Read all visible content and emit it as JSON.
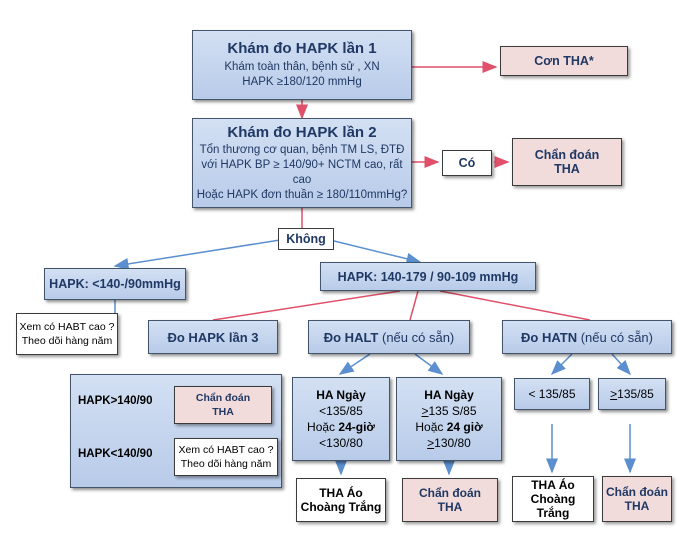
{
  "visit1": {
    "title": "Khám đo HAPK lần  1",
    "line1": "Khám toàn thân, bệnh sử , XN",
    "line2": "HAPK  ≥180/120 mmHg"
  },
  "crisis": "Cơn THA*",
  "visit2": {
    "title": "Khám đo HAPK lần 2",
    "line1": "Tổn thương cơ quan, bệnh TM LS, ĐTĐ",
    "line2": "với HAPK BP ≥ 140/90+ NCTM cao, rất cao",
    "line3": "Hoặc  HAPK đơn thuần ≥ 180/110mmHg?"
  },
  "yes": "Có",
  "diagnosis_top": {
    "line1": "Chẩn đoán",
    "line2": "THA"
  },
  "no": "Không",
  "low_branch": "HAPK: <140-/90mmHg",
  "low_note": {
    "line1": "Xem có HABT cao ?",
    "line2": "Theo dõi hàng năm"
  },
  "mid_branch": "HAPK: 140-179 / 90-109 mmHg",
  "visit3": "Đo HAPK lần 3",
  "halt": {
    "bold": "Đo  HALT",
    "rest": " (nếu có sẵn)"
  },
  "hatn": {
    "bold": "Đo  HATN",
    "rest": "  (nếu có sẵn)"
  },
  "v3_panel": {
    "high_label": "HAPK>140/90",
    "high_result": {
      "line1": "Chẩn đoán",
      "line2": "THA"
    },
    "low_label": "HAPK<140/90",
    "low_result": {
      "line1": "Xem có HABT cao ?",
      "line2": "Theo dõi  hàng năm"
    }
  },
  "halt_low": {
    "line1": "HA Ngày",
    "line2": "<135/85",
    "line3a": "Hoặc ",
    "line3b": "24-giờ",
    "line4": "<130/80"
  },
  "halt_high": {
    "line1": "HA Ngày",
    "line2_u": ">",
    "line2": "135 S/85",
    "line3a": "Hoặc ",
    "line3b": "24 giờ",
    "line4_u": ">",
    "line4": "130/80"
  },
  "hatn_low": "< 135/85",
  "hatn_high": {
    "u": ">",
    "rest": "135/85"
  },
  "out1": {
    "line1": "THA Áo",
    "line2": "Choàng Trắng"
  },
  "out2": {
    "line1": "Chẩn đoán",
    "line2": "THA"
  },
  "out3": {
    "line1": "THA Áo",
    "line2": "Choàng Trắng"
  },
  "out4": {
    "line1": "Chẩn đoán",
    "line2": "THA"
  },
  "colors": {
    "arrow_red": "#e0506a",
    "arrow_blue": "#5b8fd0",
    "box_blue": "#c5d5ee",
    "box_pink": "#f2dcdb"
  }
}
